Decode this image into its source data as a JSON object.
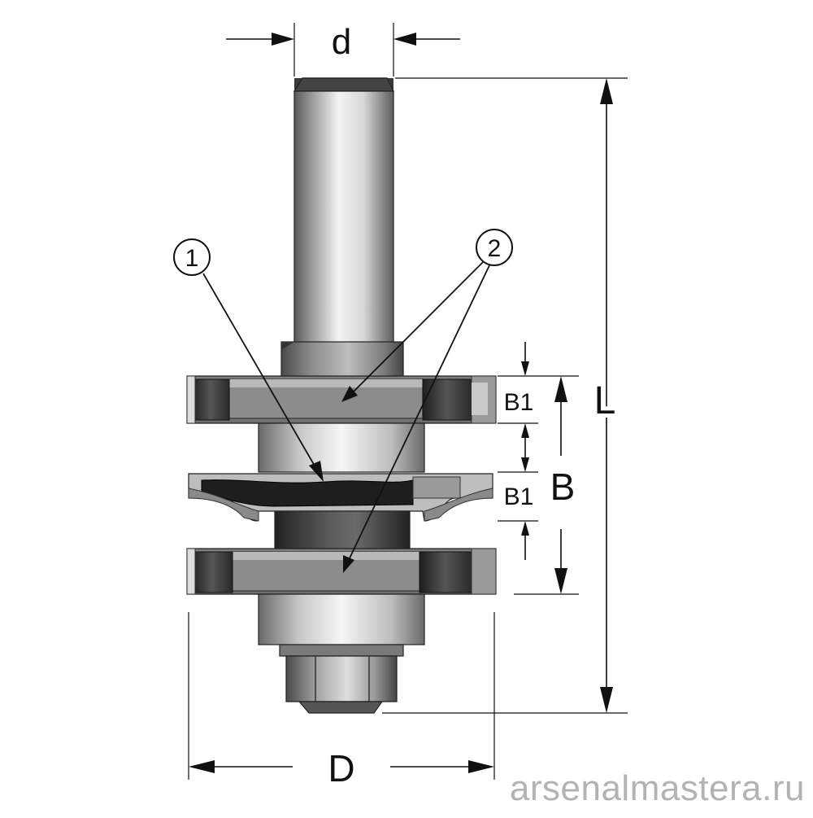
{
  "labels": {
    "d": "d",
    "L": "L",
    "B": "B",
    "B1_top": "B1",
    "B1_bottom": "B1",
    "D": "D",
    "callout_1": "1",
    "callout_2": "2"
  },
  "watermark": "arsenalmastera.ru",
  "colors": {
    "metal_light": "#e8e8e8",
    "metal_mid": "#9a9a9a",
    "metal_dark": "#3a3a3a",
    "carbide_dark": "#2c2c2c",
    "line": "#111111",
    "watermark": "#b3b3b3"
  }
}
